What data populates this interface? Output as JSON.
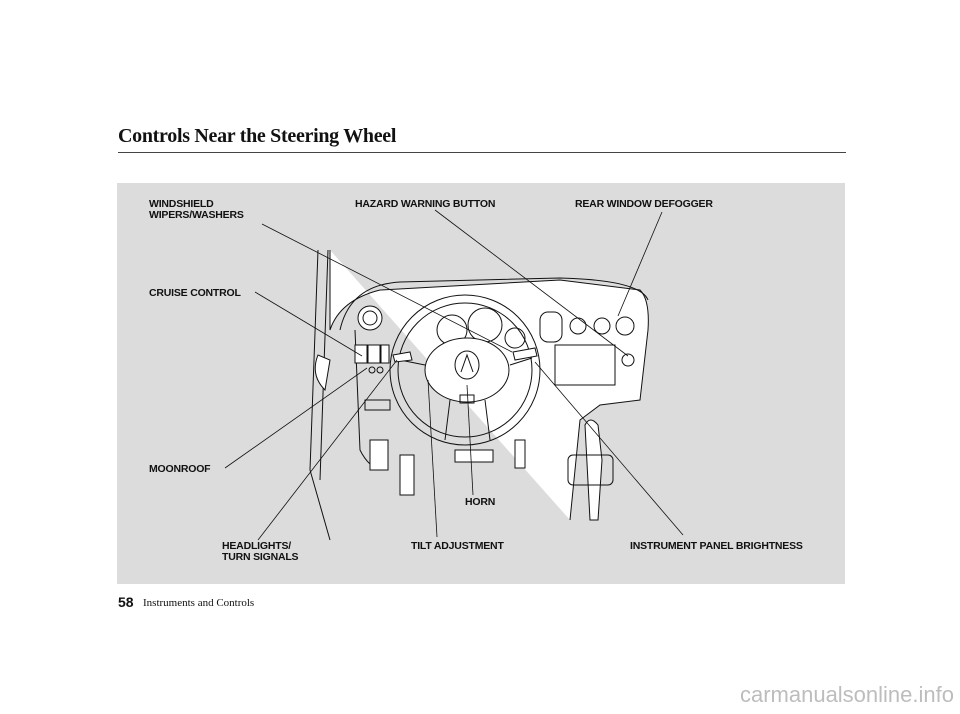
{
  "page_title": "Controls Near the Steering Wheel",
  "callouts": {
    "wipers": "WINDSHIELD\nWIPERS/WASHERS",
    "hazard": "HAZARD WARNING BUTTON",
    "defogger": "REAR WINDOW DEFOGGER",
    "cruise": "CRUISE CONTROL",
    "moonroof": "MOONROOF",
    "horn": "HORN",
    "headlights": "HEADLIGHTS/\nTURN SIGNALS",
    "tilt": "TILT ADJUSTMENT",
    "brightness": "INSTRUMENT PANEL BRIGHTNESS"
  },
  "footer": {
    "page_number": "58",
    "section": "Instruments and Controls"
  },
  "watermark": "carmanualsonline.info"
}
